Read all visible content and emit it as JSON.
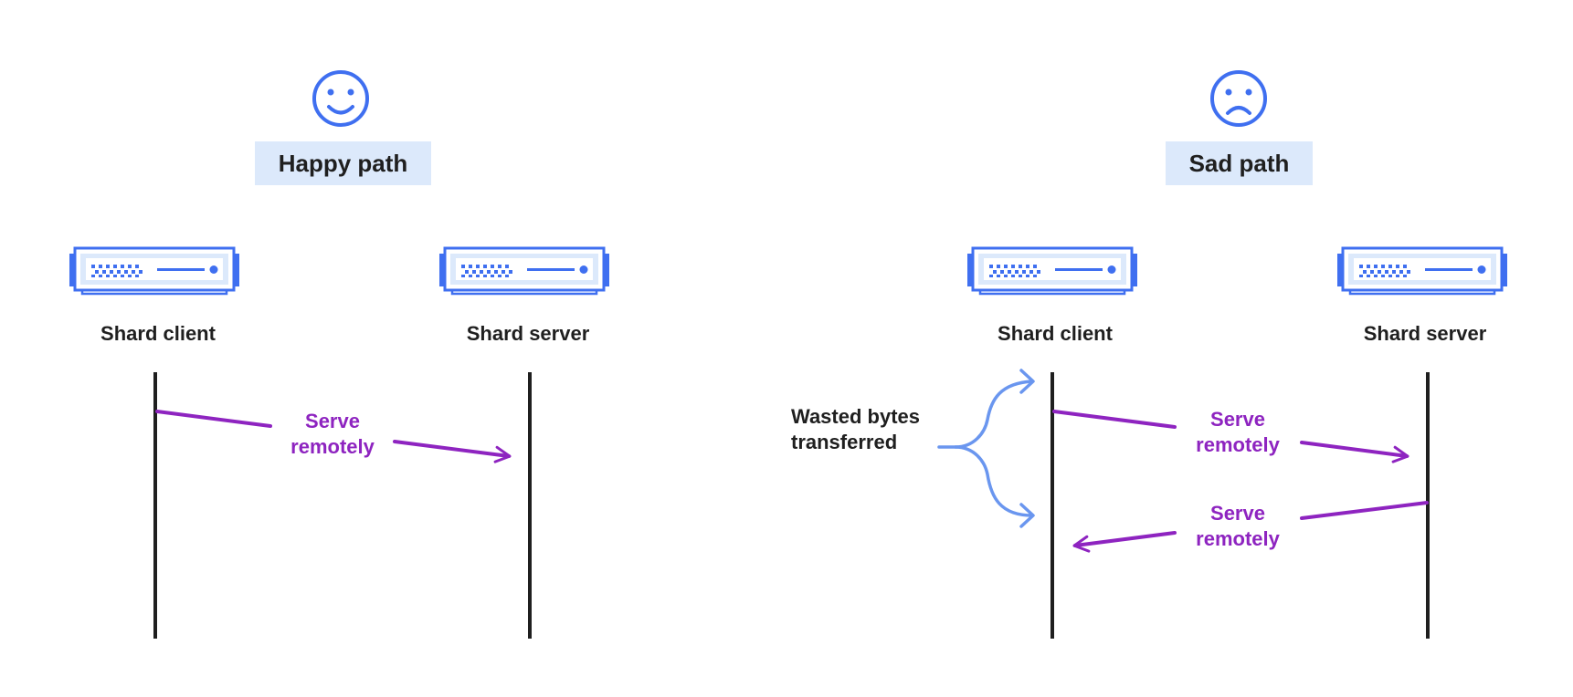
{
  "colors": {
    "accent_blue": "#3f6ff0",
    "light_blue": "#6a96ef",
    "title_bg": "#dce9fb",
    "message_purple": "#8e24c0",
    "text_dark": "#1f1f1f",
    "lifeline": "#1f1f1f"
  },
  "happy": {
    "face_icon": "smiley-face-icon",
    "title": "Happy path",
    "client_label": "Shard client",
    "server_label": "Shard server",
    "request_label_line1": "Serve",
    "request_label_line2": "remotely"
  },
  "sad": {
    "face_icon": "sad-face-icon",
    "title": "Sad path",
    "client_label": "Shard client",
    "server_label": "Shard server",
    "note_line1": "Wasted bytes",
    "note_line2": "transferred",
    "request_label_line1": "Serve",
    "request_label_line2": "remotely",
    "response_label_line1": "Serve",
    "response_label_line2": "remotely"
  }
}
